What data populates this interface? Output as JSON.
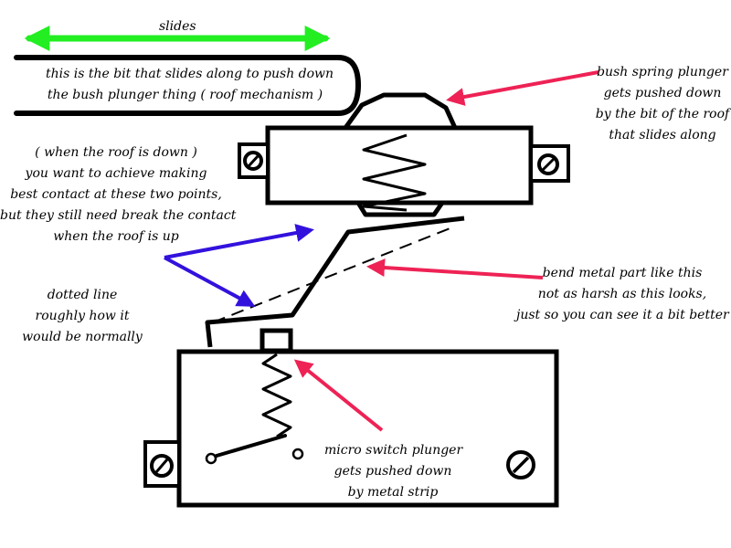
{
  "colors": {
    "line": "#000000",
    "green_arrow": "#22ee22",
    "red_arrow": "#ee2255",
    "blue_arrow": "#3311dd",
    "background": "#ffffff"
  },
  "labels": {
    "slides": "slides",
    "slider_desc": [
      "this is the bit that slides along to push down",
      "the bush plunger thing  ( roof mechanism )"
    ],
    "bush_spring": [
      "bush spring plunger",
      "gets pushed down",
      "by the bit of the roof",
      "that slides along"
    ],
    "contact_points": [
      "( when the roof is down )",
      "you want to achieve making",
      "best contact at these two points,",
      "but they still need break the contact",
      "when the roof is up"
    ],
    "dotted_line": [
      "dotted line",
      "roughly how it",
      "would be normally"
    ],
    "bend_metal": [
      "bend metal part like this",
      "not as harsh as this looks,",
      "just so you can see it a bit better"
    ],
    "micro_switch": [
      "micro switch plunger",
      "gets pushed down",
      "by metal strip"
    ]
  },
  "icons": [
    "screw-icon",
    "spring-icon",
    "arrow-icon"
  ]
}
